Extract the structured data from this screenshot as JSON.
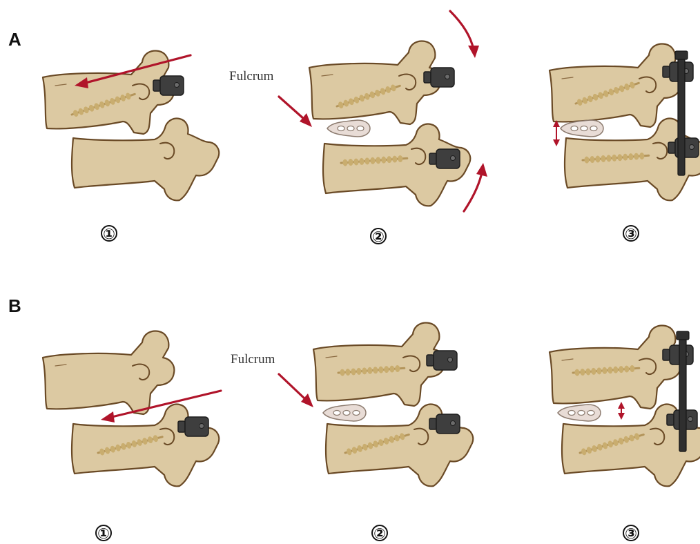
{
  "figure": {
    "panels": [
      {
        "label": "A",
        "fulcrum_label": "Fulcrum",
        "steps": [
          "①",
          "②",
          "③"
        ]
      },
      {
        "label": "B",
        "fulcrum_label": "Fulcrum",
        "steps": [
          "①",
          "②",
          "③"
        ]
      }
    ]
  },
  "colors": {
    "bone_fill": "#dcc9a2",
    "bone_outline": "#6a4a26",
    "screw_thread": "#c9ad6f",
    "implant_hardware": "#3e3e3e",
    "arrow": "#b0142a",
    "cage": "#e8dcd6"
  }
}
